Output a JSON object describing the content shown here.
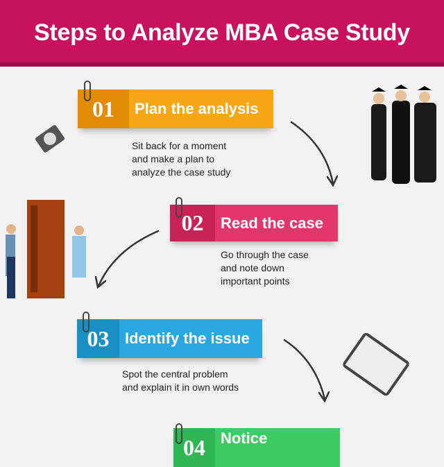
{
  "header": {
    "title": "Steps to Analyze MBA Case Study"
  },
  "colors": {
    "header": "#c8125f",
    "step1": "#f7a715",
    "step2": "#e2366c",
    "step3": "#29a8df",
    "step4": "#3fcb63"
  },
  "steps": [
    {
      "number": "01",
      "title": "Plan the analysis",
      "description": [
        "Sit back for a moment",
        "and make a plan to",
        "analyze the case study"
      ]
    },
    {
      "number": "02",
      "title": "Read the case",
      "description": [
        "Go through the case",
        "and note down",
        "important points"
      ]
    },
    {
      "number": "03",
      "title": "Identify the issue",
      "description": [
        "Spot the central problem",
        "and explain it in own words"
      ]
    },
    {
      "number": "04",
      "title": "Notice"
    }
  ],
  "icons": [
    "paperclip-icon",
    "curved-arrow-icon",
    "hard-disk-icon",
    "graduates-illustration",
    "bookshelf-illustration",
    "notebook-icon"
  ]
}
